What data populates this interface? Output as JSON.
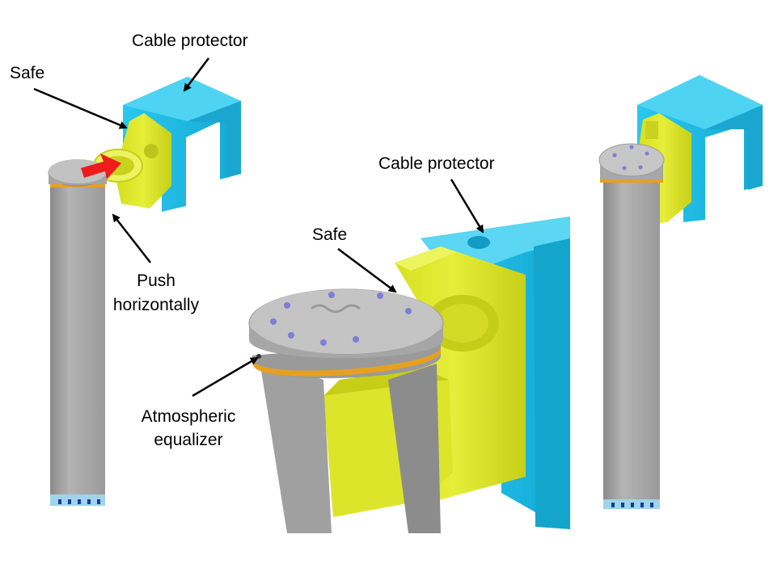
{
  "labels": {
    "cable_protector_left": "Cable protector",
    "safe_left": "Safe",
    "push_line1": "Push",
    "push_line2": "horizontally",
    "cable_protector_mid": "Cable protector",
    "safe_mid": "Safe",
    "atmos_line1": "Atmospheric",
    "atmos_line2": "equalizer"
  },
  "colors": {
    "cable_protector": "#1ec0e6",
    "safe_clip": "#dfe82a",
    "cylinder_body": "#a3a3a3",
    "equalizer_ring": "#e8a020",
    "push_arrow": "#ee1c1c"
  }
}
